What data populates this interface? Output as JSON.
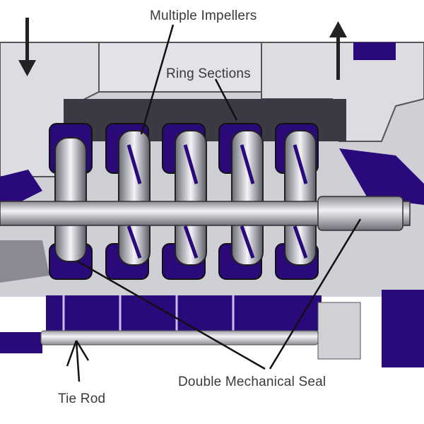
{
  "diagram": {
    "labels": {
      "impellers": "Multiple Impellers",
      "rings": "Ring Sections",
      "seal": "Double Mechanical Seal",
      "tie_rod": "Tie Rod"
    },
    "colors": {
      "purple": "#2a0a7a",
      "casing": "#d6d6dc",
      "shaft": "#c9c9cf",
      "dark": "#1a1a2a"
    },
    "arrows": [
      "inlet-arrow-down",
      "outlet-arrow-up"
    ]
  }
}
